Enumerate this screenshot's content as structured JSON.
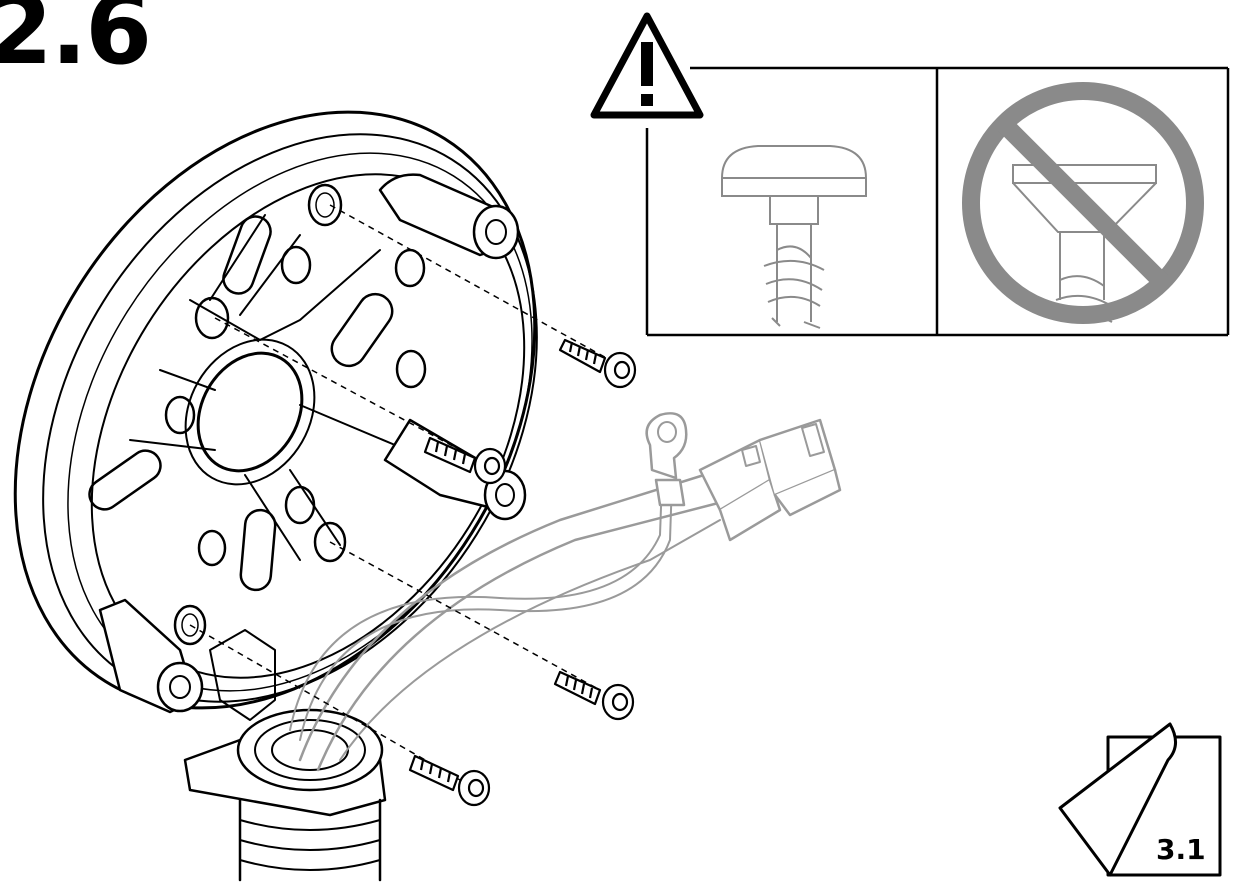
{
  "step": {
    "number": "2.6"
  },
  "warning": {
    "icon": "warning-triangle-icon",
    "allowed_screw": "pan-head-screw-icon",
    "forbidden_screw": "countersunk-screw-icon",
    "prohibition": "no-symbol-icon",
    "prohibition_color": "#8a8a8a"
  },
  "illustration": {
    "mount": "mounting-bracket",
    "screws_count": 4,
    "cables": [
      "ground-lug-cable",
      "network-cable-rj45",
      "power-cable"
    ]
  },
  "page_reference": {
    "label": "3.1"
  },
  "colors": {
    "line": "#000000",
    "grey_line": "#9a9a9a",
    "background": "#ffffff"
  }
}
